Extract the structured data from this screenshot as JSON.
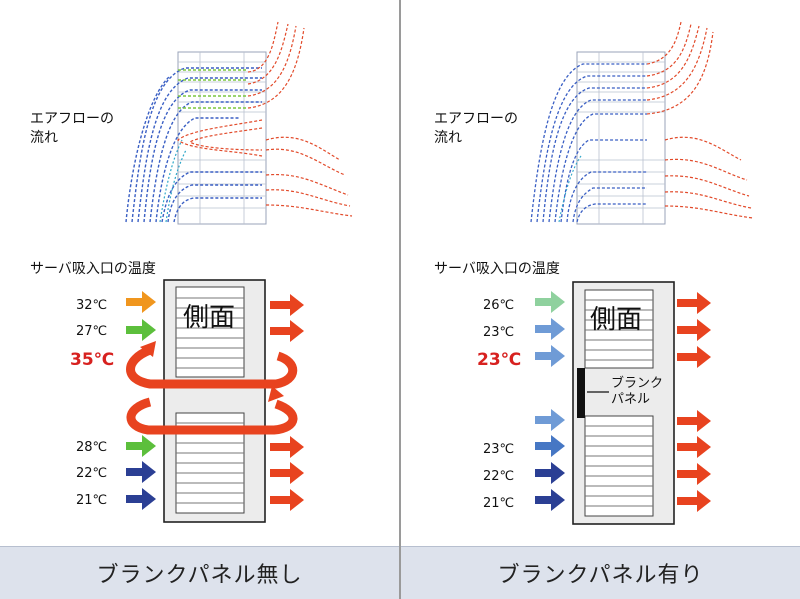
{
  "left": {
    "airflow_label": [
      "エアフローの",
      "流れ"
    ],
    "intake_title": "サーバ吸入口の温度",
    "side_label": "側面",
    "temps": [
      "32℃",
      "27℃",
      "35℃",
      "28℃",
      "22℃",
      "21℃"
    ],
    "footer": "ブランクパネル無し"
  },
  "right": {
    "airflow_label": [
      "エアフローの",
      "流れ"
    ],
    "intake_title": "サーバ吸入口の温度",
    "side_label": "側面",
    "temps": [
      "26℃",
      "23℃",
      "23℃",
      "23℃",
      "22℃",
      "21℃"
    ],
    "blank_panel_label": [
      "ブランク",
      "パネル"
    ],
    "footer": "ブランクパネル有り"
  },
  "colors": {
    "hot": "#e8431f",
    "orange": "#f0961e",
    "green": "#5cbf3c",
    "light_green": "#8fd19e",
    "light_blue": "#6f9bd6",
    "mid_blue": "#4677c4",
    "dark_blue": "#2b3f94",
    "hot_text": "#d7211f"
  }
}
